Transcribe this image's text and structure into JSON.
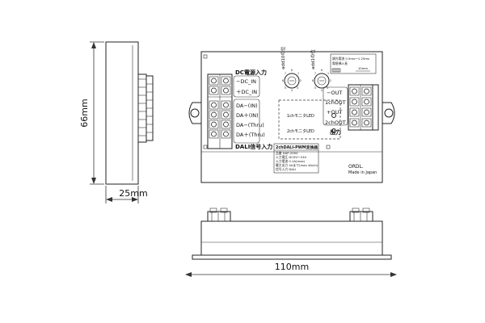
{
  "dimensions": {
    "height": "66mm",
    "depth": "25mm",
    "width": "110mm"
  },
  "terminal_labels": {
    "power_input": "DC電源入力",
    "dc_minus_in": "−DC_IN",
    "dc_plus_in": "＋DC_IN",
    "da_minus_in": "DA−(IN)",
    "da_plus_in": "DA＋(IN)",
    "da_minus_thru": "DA−(Thru)",
    "da_plus_thru": "DA＋(Thru)",
    "dali_input": "DALI信号入力"
  },
  "output_labels": {
    "ch1_minus": "−OUT",
    "ch1": "1chOUT",
    "ch2_plus": "+OUT",
    "ch2": "2chOUT",
    "output": "出力"
  },
  "switches": {
    "add10": "add10の位",
    "add1": "add1の位"
  },
  "switch_table": {
    "row1": "調光電流 0.5ms～1.25ms",
    "row2": "電極挿入長",
    "value": "10mm"
  },
  "leds": {
    "ch1": "1chモニタLED",
    "ch2": "2chモニタLED"
  },
  "spec_label": {
    "title": "2chDALI-PWM変換器",
    "rows": [
      "品番  DAP-2000",
      "入力電圧  DC9V〜24V",
      "入力電流  0.1A(max)",
      "最大出力  4Aまで(max 4A/ch)",
      "信号入力  DALI"
    ]
  },
  "brand": {
    "name": "ORDL.",
    "origin": "Made in Japan"
  },
  "colors": {
    "line": "#222222",
    "background": "#ffffff"
  }
}
